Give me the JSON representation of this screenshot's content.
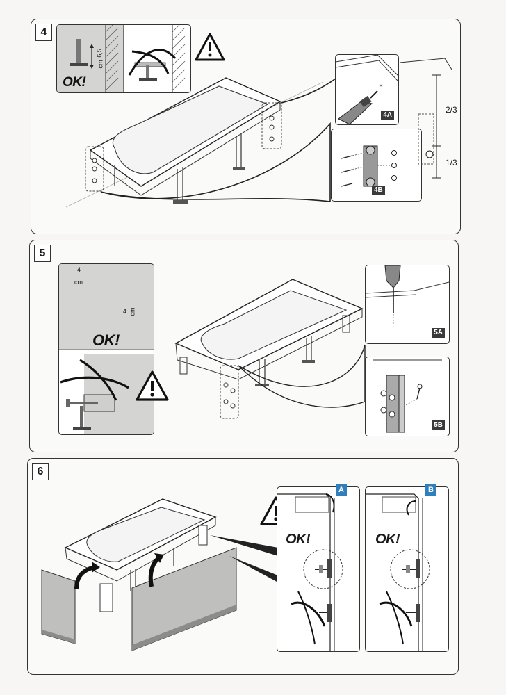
{
  "steps": {
    "s4": {
      "number": "4",
      "ok": "OK!",
      "measure_value": "6,5",
      "measure_unit": "cm",
      "tag_a": "4A",
      "tag_b": "4B",
      "ratio_top": "2/3",
      "ratio_bottom": "1/3"
    },
    "s5": {
      "number": "5",
      "ok": "OK!",
      "measure_h_value": "4",
      "measure_h_unit": "cm",
      "measure_v_value": "4",
      "measure_v_unit": "cm",
      "tag_a": "5A",
      "tag_b": "5B"
    },
    "s6": {
      "number": "6",
      "ok_a": "OK!",
      "ok_b": "OK!",
      "tag_a": "A",
      "tag_b": "B"
    }
  },
  "colors": {
    "panel_border": "#333333",
    "gray_fill": "#d8d8d6",
    "tag_dark": "#3a3a3a",
    "tag_blue": "#2f7fbd"
  },
  "icons": [
    "warning-icon",
    "drill-icon",
    "screw-icon",
    "curved-arrow-icon",
    "check-circle-detail-icon"
  ]
}
